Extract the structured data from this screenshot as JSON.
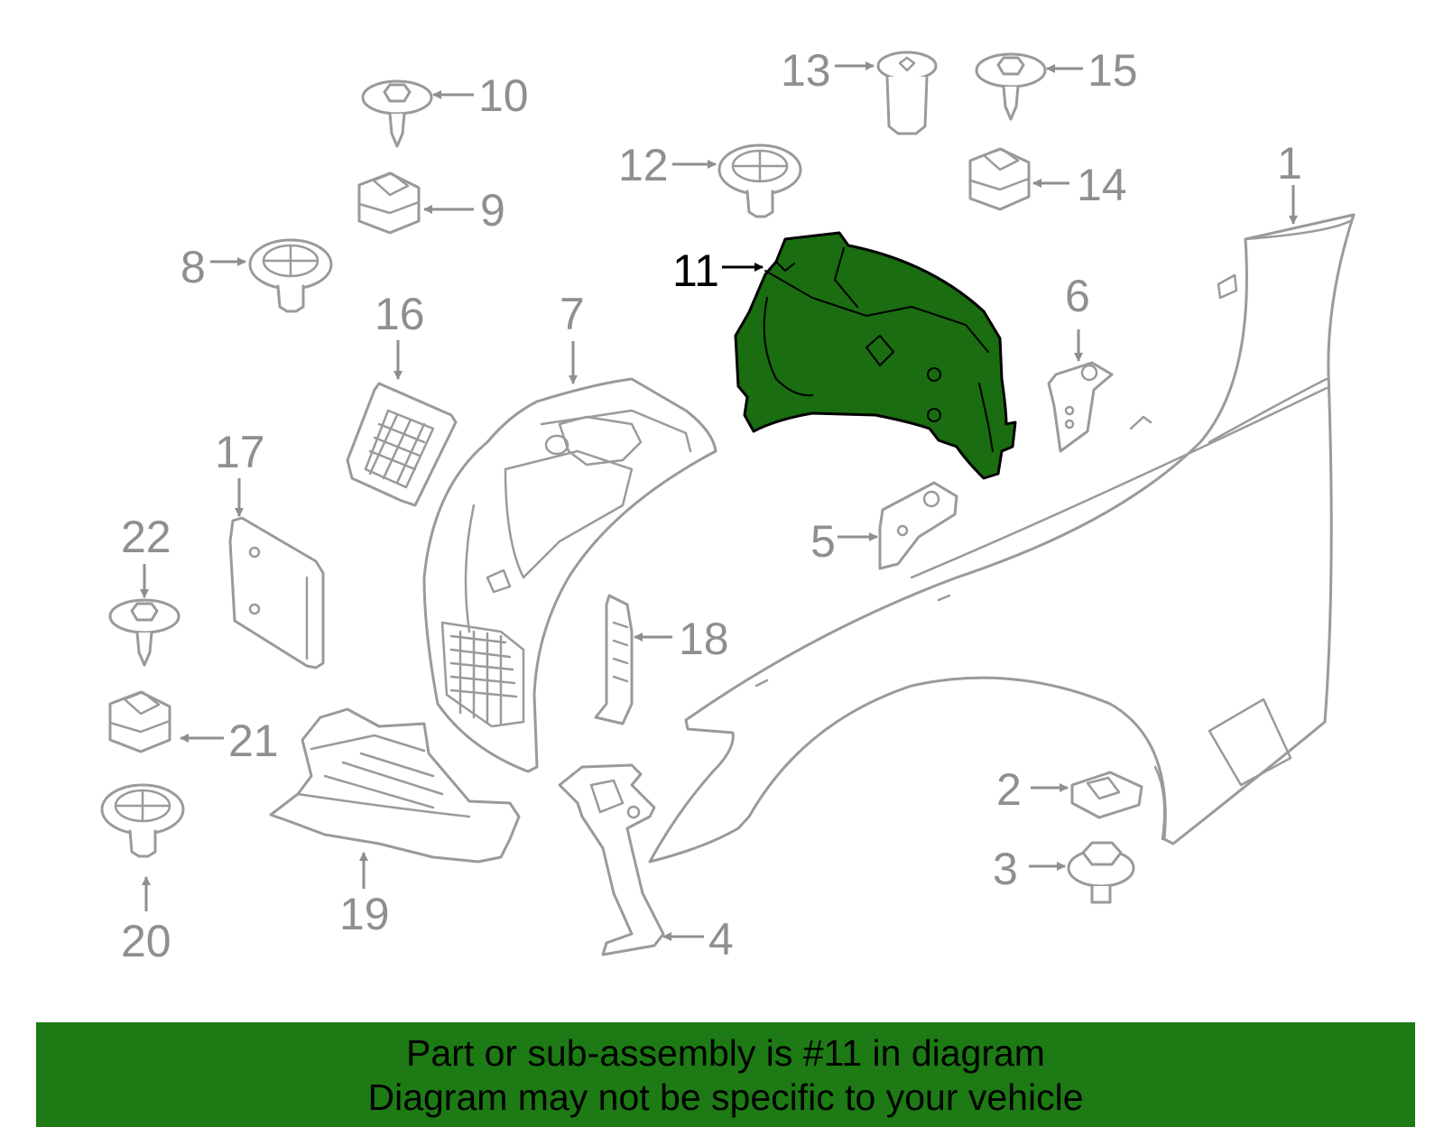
{
  "callouts": [
    {
      "n": "1"
    },
    {
      "n": "2"
    },
    {
      "n": "3"
    },
    {
      "n": "4"
    },
    {
      "n": "5"
    },
    {
      "n": "6"
    },
    {
      "n": "7"
    },
    {
      "n": "8"
    },
    {
      "n": "9"
    },
    {
      "n": "10"
    },
    {
      "n": "11"
    },
    {
      "n": "12"
    },
    {
      "n": "13"
    },
    {
      "n": "14"
    },
    {
      "n": "15"
    },
    {
      "n": "16"
    },
    {
      "n": "17"
    },
    {
      "n": "18"
    },
    {
      "n": "19"
    },
    {
      "n": "20"
    },
    {
      "n": "21"
    },
    {
      "n": "22"
    }
  ],
  "highlighted_part": "11",
  "colors": {
    "highlight_fill": "#1a6d10",
    "banner": "#1d7a14",
    "line": "#9a9a9a"
  },
  "banner": {
    "line1": "Part or sub-assembly is #11 in diagram",
    "line2": "Diagram may not be specific to your vehicle"
  }
}
